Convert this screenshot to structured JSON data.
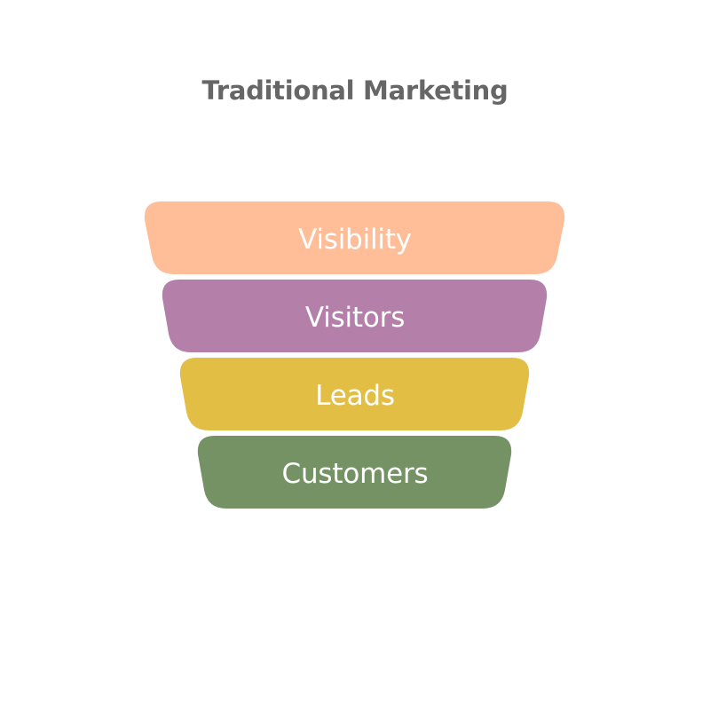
{
  "title": "Traditional Marketing",
  "stages": [
    {
      "label": "Visibility",
      "color": "#FFBE98"
    },
    {
      "label": "Visitors",
      "color": "#B47FA8"
    },
    {
      "label": "Leads",
      "color": "#E2BE45"
    },
    {
      "label": "Customers",
      "color": "#749263"
    }
  ]
}
